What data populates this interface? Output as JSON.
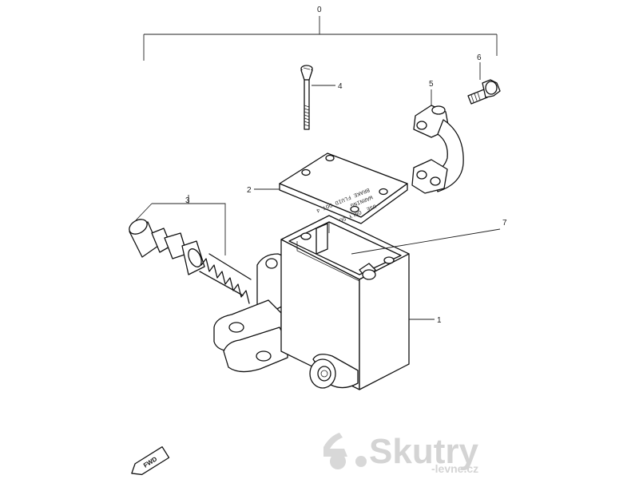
{
  "callouts": {
    "assembly": "0",
    "body": "1",
    "cap": "2",
    "piston": "3",
    "cap_screw": "4",
    "holder": "5",
    "holder_bolt": "6",
    "diaphragm": "7"
  },
  "cap_marking": {
    "line1": "USE",
    "line2": "ONLY DOT 4",
    "line3": "WARNING",
    "line4": "BRAKE FLUID DOT 4"
  },
  "direction_label": "FWD",
  "watermark": {
    "brand": "Skutry",
    "domain": "-levne.cz"
  },
  "colors": {
    "line": "#111111",
    "watermark": "#d4d4d4"
  }
}
